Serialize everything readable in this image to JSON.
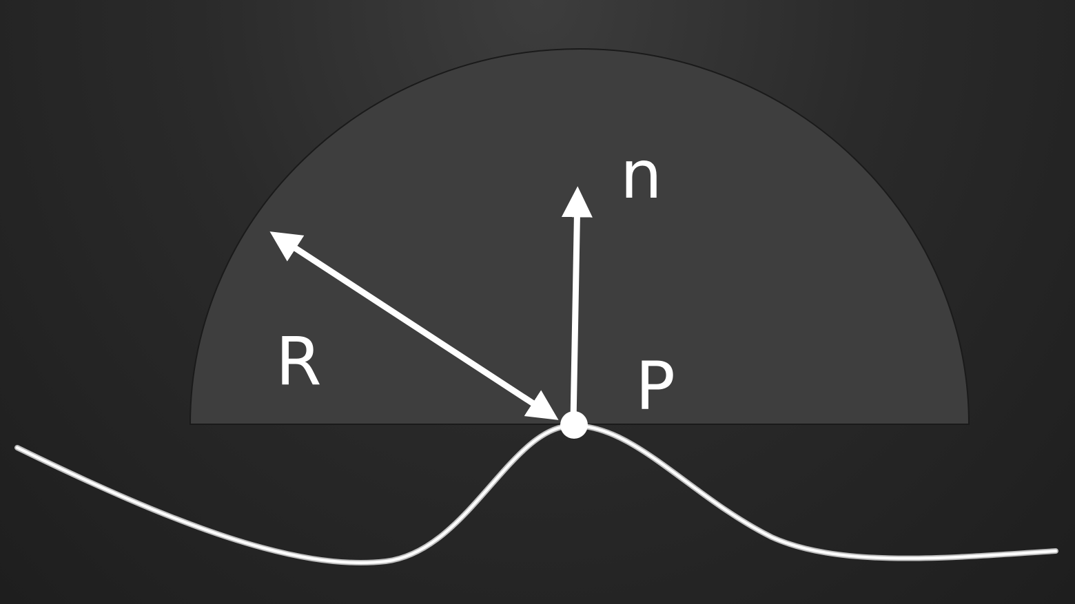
{
  "diagram": {
    "labels": {
      "normal": "n",
      "radius": "R",
      "point": "P"
    },
    "colors": {
      "background": "#262626",
      "hemisphere_fill": "#3e3e3e",
      "hemisphere_edge": "#1a1a1a",
      "stroke": "#ffffff"
    }
  }
}
